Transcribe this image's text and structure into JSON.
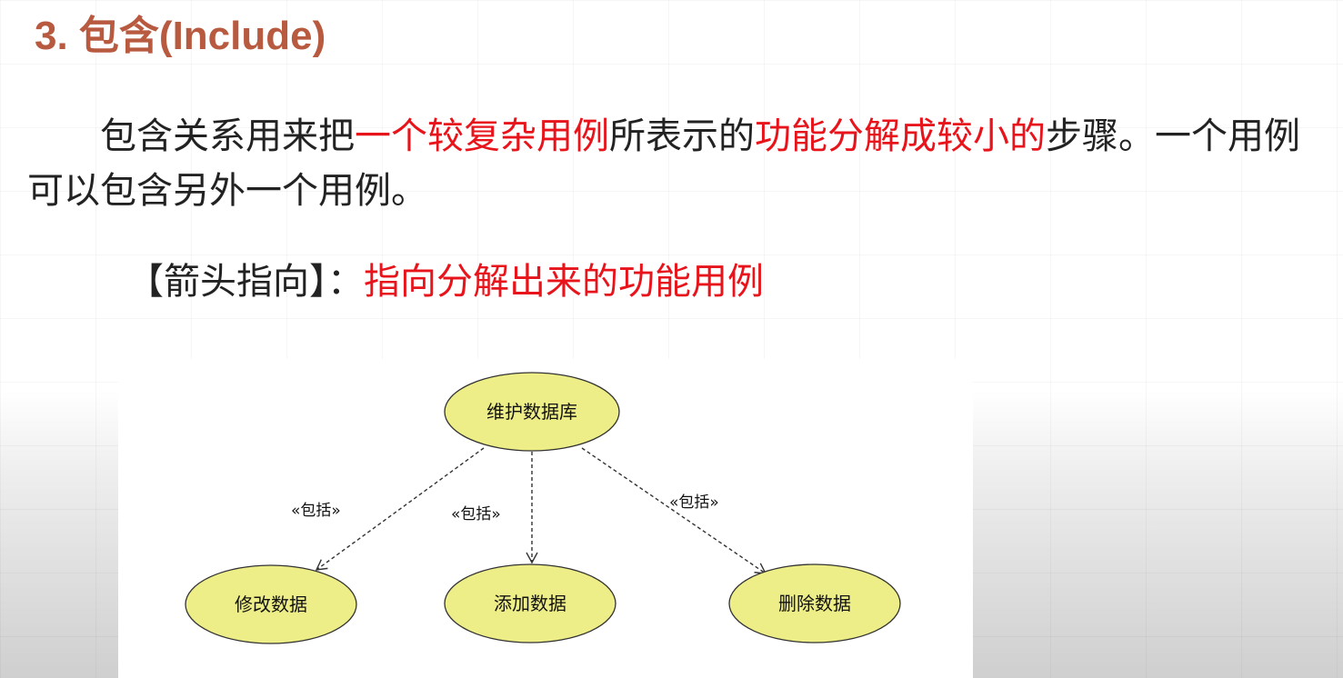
{
  "slide": {
    "title": "3. 包含(Include)"
  },
  "paragraph": {
    "text1": "包含关系用来把",
    "highlight1": "一个较复杂用例",
    "text2": "所表示的",
    "highlight2": "功能分解成较小的",
    "text3": "步骤。一个用例可以包含另外一个用例。"
  },
  "arrow_direction": {
    "label": "【箭头指向】：",
    "value": "指向分解出来的功能用例"
  },
  "diagram": {
    "root": "维护数据库",
    "children": [
      "修改数据",
      "添加数据",
      "删除数据"
    ],
    "relation_labels": [
      "«包括»",
      "«包括»",
      "«包括»"
    ],
    "colors": {
      "usecase_fill": "#eeee88",
      "usecase_stroke": "#333333",
      "highlight_text": "#e8141b",
      "title_text": "#b85a3f"
    }
  }
}
